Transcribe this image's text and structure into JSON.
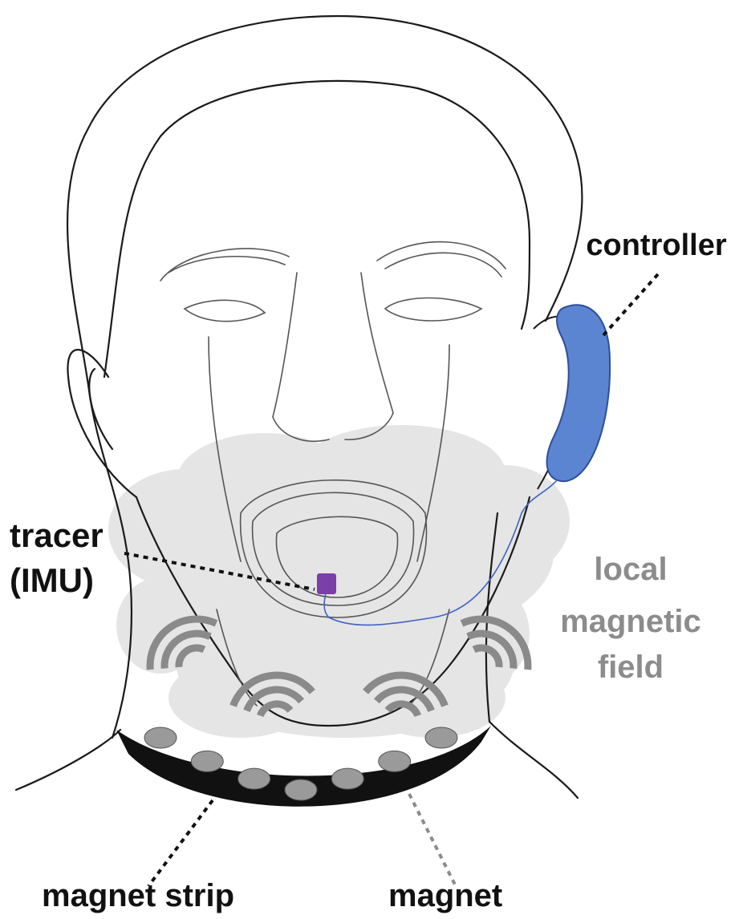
{
  "labels": {
    "controller": "controller",
    "tracer_line1": "tracer",
    "tracer_line2": "(IMU)",
    "field_line1": "local",
    "field_line2": "magnetic",
    "field_line3": "field",
    "magnet_strip": "magnet strip",
    "magnet": "magnet"
  },
  "colors": {
    "outline": "#1a1a1a",
    "face_detail": "#555555",
    "controller_fill": "#5b84d1",
    "controller_stroke": "#2f4f9a",
    "wire": "#3f63c4",
    "tracer": "#7a3fa8",
    "field_cloud": "#e3e3e3",
    "field_waves": "#8a8a8a",
    "field_text": "#8c8c8c",
    "strip": "#111111",
    "magnet": "#9a9a9a",
    "label_text": "#111111"
  },
  "magnet_count": 7
}
